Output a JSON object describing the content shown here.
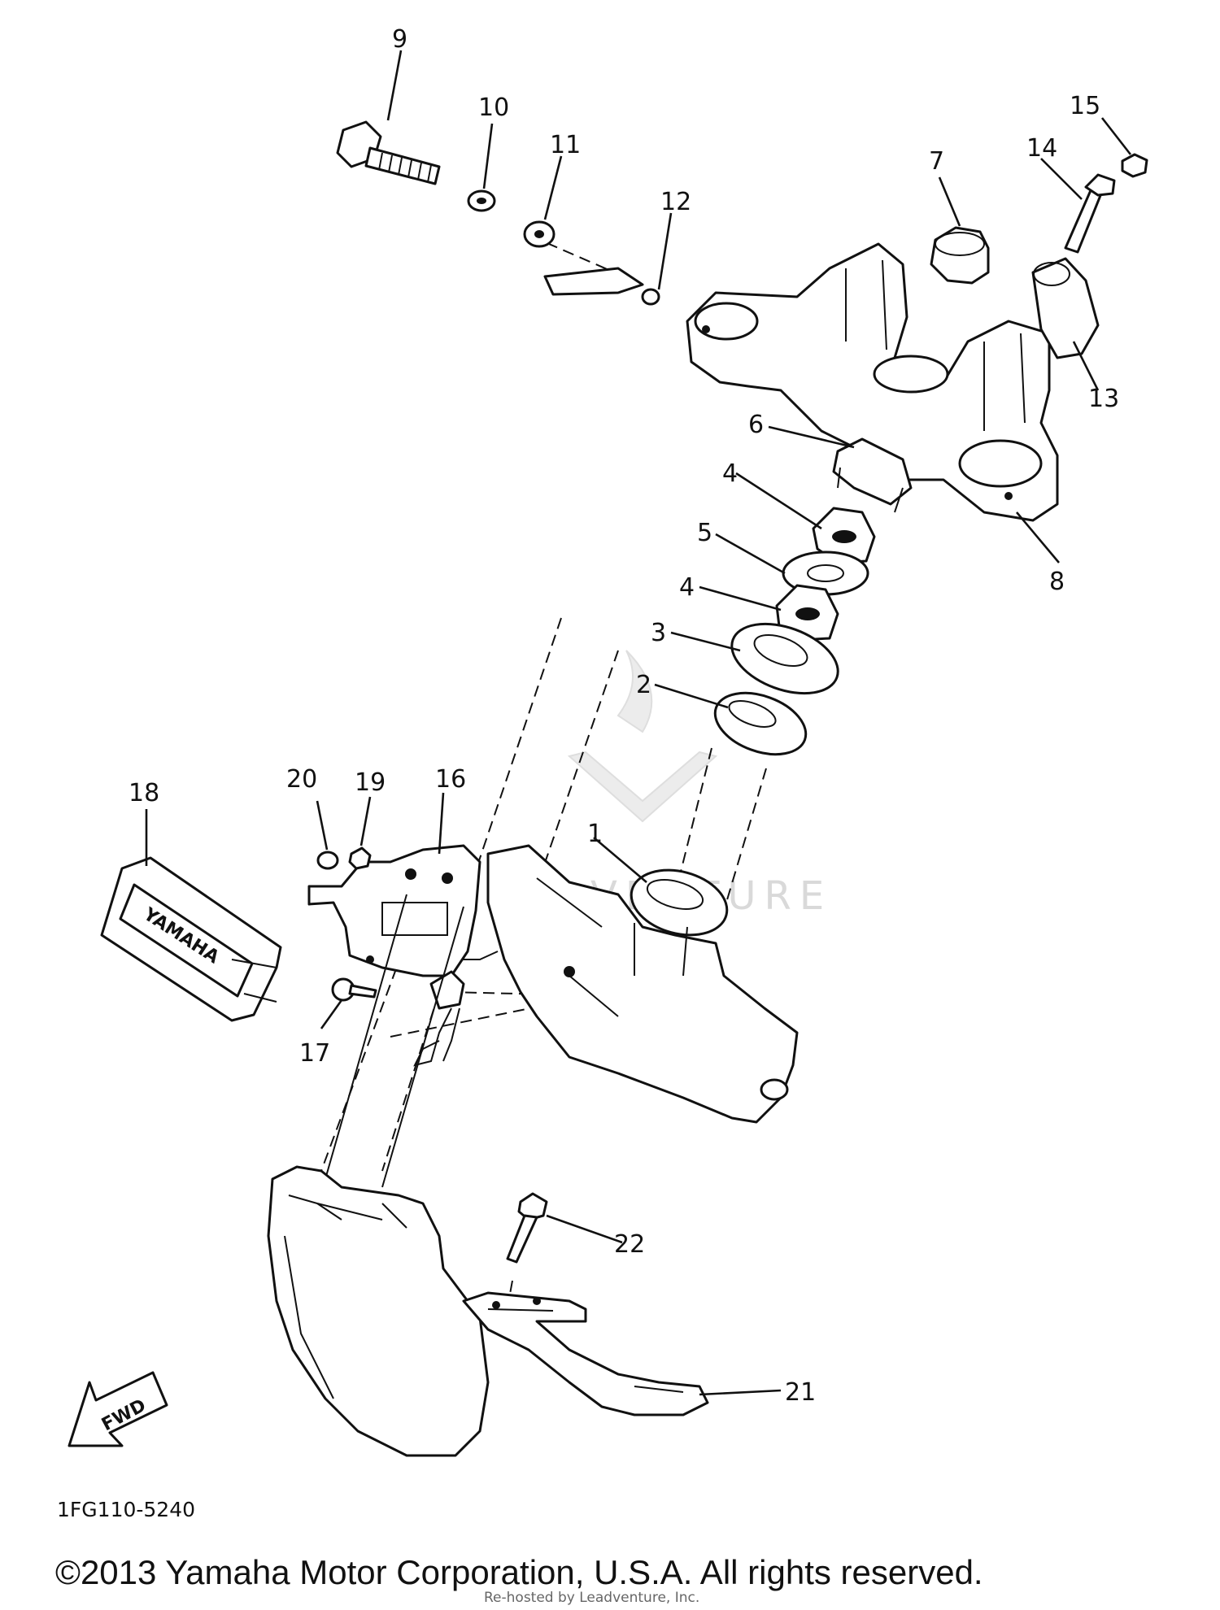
{
  "diagram": {
    "part_labels": [
      {
        "num": "1"
      },
      {
        "num": "2"
      },
      {
        "num": "3"
      },
      {
        "num": "4"
      },
      {
        "num": "4"
      },
      {
        "num": "5"
      },
      {
        "num": "6"
      },
      {
        "num": "7"
      },
      {
        "num": "8"
      },
      {
        "num": "9"
      },
      {
        "num": "10"
      },
      {
        "num": "11"
      },
      {
        "num": "12"
      },
      {
        "num": "13"
      },
      {
        "num": "14"
      },
      {
        "num": "15"
      },
      {
        "num": "16"
      },
      {
        "num": "17"
      },
      {
        "num": "18"
      },
      {
        "num": "19"
      },
      {
        "num": "20"
      },
      {
        "num": "21"
      },
      {
        "num": "22"
      }
    ],
    "emblem_text": "YAMAHA",
    "fwd_text": "FWD",
    "diagram_code": "1FG110-5240",
    "watermark": "LEADVENTURE",
    "watermark_credit": "Re-hosted by Leadventure, Inc.",
    "copyright": "©2013 Yamaha Motor Corporation, U.S.A. All rights reserved."
  }
}
